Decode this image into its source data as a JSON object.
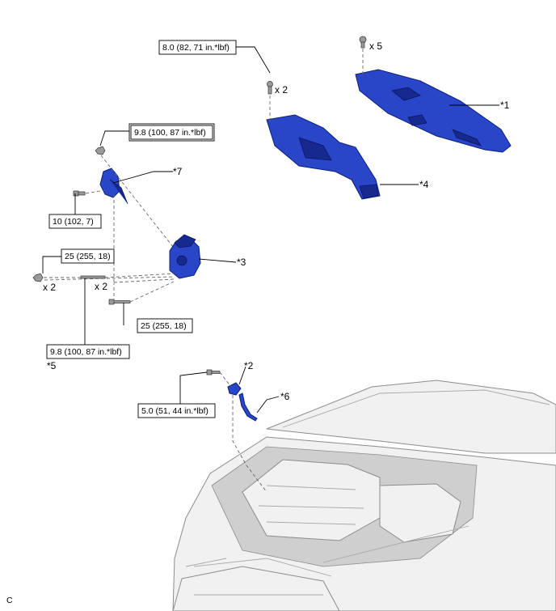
{
  "torque_specs": {
    "cowl_clamp": "8.0 (82, 71 in.*lbf)",
    "sensor_nut": "9.8 (100, 87 in.*lbf)",
    "bracket_bolt": "10 (102, 7)",
    "mount_bolt_left": "25 (255, 18)",
    "mount_bolt_lower": "25 (255, 18)",
    "stud_bolt": "9.8 (100, 87 in.*lbf)",
    "hose_bolt": "5.0 (51, 44 in.*lbf)"
  },
  "quantities": {
    "clips": "x 5",
    "cowl_clamps": "x 2",
    "left_bolts": "x 2",
    "studs": "x 2"
  },
  "callouts": {
    "c1": "*1",
    "c2": "*2",
    "c3": "*3",
    "c4": "*4",
    "c5": "*5",
    "c6": "*6",
    "c7": "*7"
  },
  "figure_code": "C",
  "colors": {
    "part_fill": "#2a46c8",
    "part_edge": "#0d1f7a",
    "vehicle": "#f1f1f1"
  }
}
